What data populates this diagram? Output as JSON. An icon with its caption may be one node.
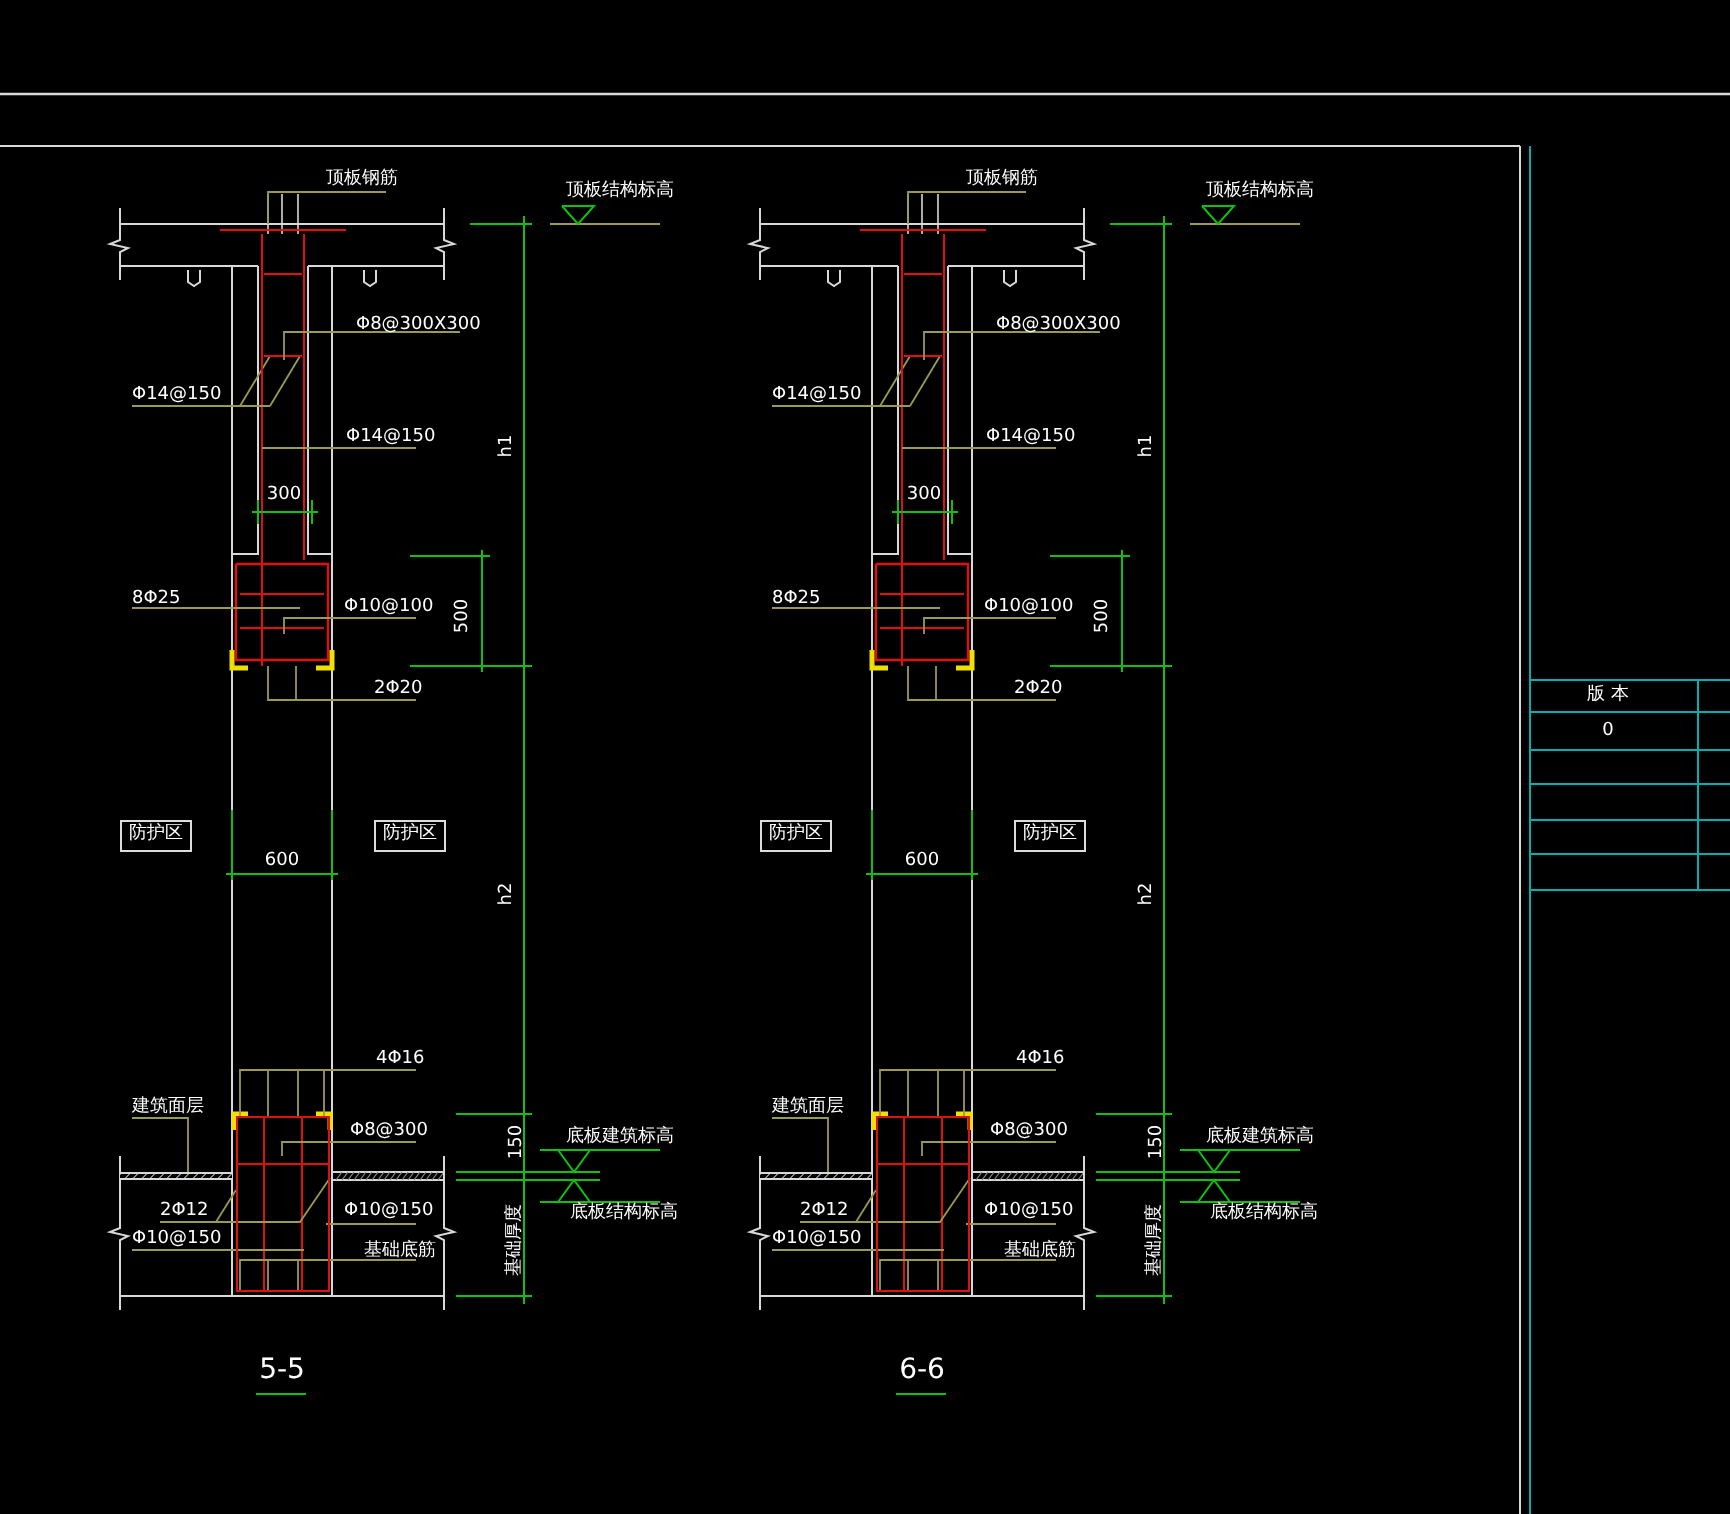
{
  "diagram": {
    "nodes": [
      {
        "text": [
          "防护区"
        ]
      },
      {
        "text": [
          "防护区"
        ]
      },
      {
        "text": [
          "顶板钢筋"
        ]
      },
      {
        "text": [
          "Φ8@300X300"
        ]
      },
      {
        "text": [
          "Φ14@150"
        ]
      },
      {
        "text": [
          "Φ14@150"
        ]
      },
      {
        "text": [
          "8Φ25"
        ]
      },
      {
        "text": [
          "Φ10@100"
        ]
      },
      {
        "text": [
          "2Φ20"
        ]
      },
      {
        "text": [
          "4Φ16"
        ]
      },
      {
        "text": [
          "建筑面层"
        ]
      },
      {
        "text": [
          "Φ8@300"
        ]
      },
      {
        "text": [
          "2Φ12"
        ]
      },
      {
        "text": [
          "Φ10@150"
        ]
      },
      {
        "text": [
          "Φ10@150"
        ]
      },
      {
        "text": [
          "基础底筋"
        ]
      },
      {
        "text": [],
        "shape": "bar"
      },
      {
        "text": [],
        "shape": "box"
      },
      {
        "text": [
          "防护区"
        ]
      },
      {
        "text": [
          "防护区"
        ]
      },
      {
        "text": [
          "顶板钢筋"
        ]
      },
      {
        "text": [
          "Φ8@300X300"
        ]
      },
      {
        "text": [
          "Φ14@150"
        ]
      },
      {
        "text": [
          "Φ14@150"
        ]
      },
      {
        "text": [
          "8Φ25"
        ]
      },
      {
        "text": [
          "Φ10@100"
        ]
      },
      {
        "text": [
          "2Φ20"
        ]
      },
      {
        "text": [
          "4Φ16"
        ]
      },
      {
        "text": [
          "建筑面层"
        ]
      },
      {
        "text": [
          "Φ8@300"
        ]
      },
      {
        "text": [
          "2Φ12"
        ]
      },
      {
        "text": [
          "Φ10@150"
        ]
      },
      {
        "text": [
          "Φ10@150"
        ]
      },
      {
        "text": [
          "基础底筋"
        ]
      },
      {
        "text": [],
        "shape": "bar"
      },
      {
        "text": [],
        "shape": "box"
      }
    ],
    "edges": [
      {
        "from": 2,
        "to": null,
        "arrow": "none"
      },
      {
        "from": 3,
        "to": null,
        "arrow": "none"
      },
      {
        "from": 4,
        "to": null,
        "arrow": "none"
      },
      {
        "from": 5,
        "to": null,
        "arrow": "none"
      },
      {
        "from": 6,
        "to": null,
        "arrow": "none"
      },
      {
        "from": 7,
        "to": null,
        "arrow": "none"
      },
      {
        "from": 8,
        "to": null,
        "arrow": "none"
      },
      {
        "from": 9,
        "to": 17,
        "arrow": "none"
      },
      {
        "from": 10,
        "to": 16,
        "arrow": "none"
      },
      {
        "from": 11,
        "to": 17,
        "arrow": "none"
      },
      {
        "from": 12,
        "to": 17,
        "arrow": "none"
      },
      {
        "from": 13,
        "to": null,
        "arrow": "none"
      },
      {
        "from": 14,
        "to": 17,
        "arrow": "none"
      },
      {
        "from": 15,
        "to": 17,
        "arrow": "none"
      },
      {
        "from": 20,
        "to": null,
        "arrow": "none"
      },
      {
        "from": 21,
        "to": null,
        "arrow": "none"
      },
      {
        "from": 22,
        "to": null,
        "arrow": "none"
      },
      {
        "from": 23,
        "to": null,
        "arrow": "none"
      },
      {
        "from": 24,
        "to": null,
        "arrow": "none"
      },
      {
        "from": 25,
        "to": null,
        "arrow": "none"
      },
      {
        "from": 26,
        "to": null,
        "arrow": "none"
      },
      {
        "from": 27,
        "to": 35,
        "arrow": "none"
      },
      {
        "from": 28,
        "to": 34,
        "arrow": "none"
      },
      {
        "from": 29,
        "to": 35,
        "arrow": "none"
      },
      {
        "from": 30,
        "to": 35,
        "arrow": "none"
      },
      {
        "from": 31,
        "to": null,
        "arrow": "none"
      },
      {
        "from": 32,
        "to": 35,
        "arrow": "none"
      },
      {
        "from": 33,
        "to": 35,
        "arrow": "none"
      }
    ],
    "labels": [
      "顶板结构标高",
      "300",
      "h1",
      "500",
      "600",
      "h2",
      "150",
      "底板建筑标高",
      "底板结构标高",
      "基础厚度",
      "5-5",
      "顶板结构标高",
      "300",
      "h1",
      "500",
      "600",
      "h2",
      "150",
      "底板建筑标高",
      "底板结构标高",
      "基础厚度",
      "6-6",
      "版 本",
      "0"
    ]
  }
}
